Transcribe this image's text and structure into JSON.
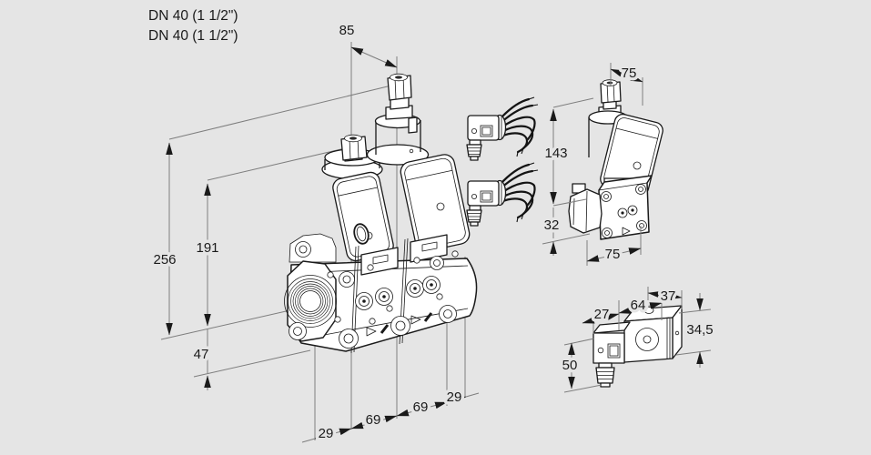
{
  "drawing": {
    "background": "#e5e5e5",
    "ink": "#1a1a1a",
    "dim_line_color": "#7e7e7e",
    "connection_labels": {
      "line1": "DN 40 (1 1/2\")",
      "line2": "DN 40 (1 1/2\")"
    },
    "main_view": {
      "description": "double solenoid valve, isometric view with chained dimensions",
      "dims": {
        "actuator_spacing": "85",
        "height_total": "256",
        "height_axis_to_top": "191",
        "height_axis_to_bottom": "47",
        "bottom_seg_1": "29",
        "bottom_seg_2": "69",
        "bottom_seg_3": "69",
        "bottom_seg_4": "29"
      }
    },
    "side_view": {
      "description": "single valve, isometric view",
      "dims": {
        "width_top": "75",
        "height_axis_to_top": "143",
        "height_axis_to_bottom": "32",
        "width_bottom": "75"
      }
    },
    "coil_view": {
      "description": "solenoid coil with cable plug",
      "dims": {
        "plug_width": "27",
        "coil_length": "64",
        "coil_depth": "37",
        "coil_height": "34,5",
        "plug_height": "50"
      }
    }
  }
}
